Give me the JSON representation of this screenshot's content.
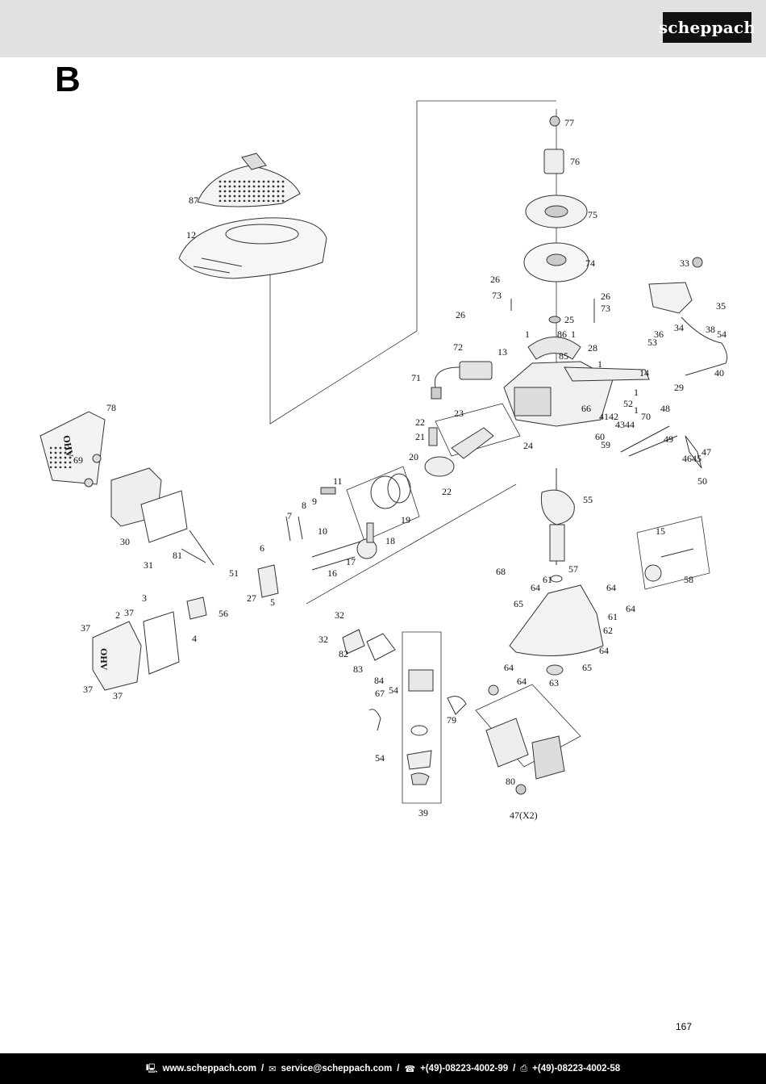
{
  "brand": {
    "logo_text": "scheppach"
  },
  "section": {
    "letter": "B"
  },
  "callouts": {
    "c1": "1",
    "c2": "2",
    "c3": "3",
    "c4": "4",
    "c5": "5",
    "c6": "6",
    "c7": "7",
    "c8": "8",
    "c9": "9",
    "c10": "10",
    "c11": "11",
    "c12": "12",
    "c13": "13",
    "c14": "14",
    "c15": "15",
    "c16": "16",
    "c17": "17",
    "c18": "18",
    "c19": "19",
    "c20": "20",
    "c21": "21",
    "c22": "22",
    "c23": "23",
    "c24": "24",
    "c25": "25",
    "c26": "26",
    "c27": "27",
    "c28": "28",
    "c29": "29",
    "c30": "30",
    "c31": "31",
    "c32": "32",
    "c33": "33",
    "c34": "34",
    "c35": "35",
    "c36": "36",
    "c37": "37",
    "c38": "38",
    "c39": "39",
    "c40": "40",
    "c41": "41",
    "c42": "42",
    "c43": "43",
    "c44": "44",
    "c45": "45",
    "c46": "46",
    "c47": "47",
    "c47x2": "47(X2)",
    "c48": "48",
    "c49": "49",
    "c50": "50",
    "c51": "51",
    "c52": "52",
    "c53": "53",
    "c54": "54",
    "c55": "55",
    "c56": "56",
    "c57": "57",
    "c58": "58",
    "c59": "59",
    "c60": "60",
    "c61": "61",
    "c62": "62",
    "c63": "63",
    "c64": "64",
    "c65": "65",
    "c66": "66",
    "c67": "67",
    "c68": "68",
    "c69": "69",
    "c70": "70",
    "c71": "71",
    "c72": "72",
    "c73": "73",
    "c74": "74",
    "c75": "75",
    "c76": "76",
    "c77": "77",
    "c78": "78",
    "c79": "79",
    "c80": "80",
    "c81": "81",
    "c82": "82",
    "c83": "83",
    "c84": "84",
    "c85": "85",
    "c86": "86",
    "c87": "87"
  },
  "part_marks": {
    "valve_cover_text": "OHV",
    "muffler_cover_text": "OHV"
  },
  "page_number": "167",
  "footer": {
    "website": "www.scheppach.com",
    "email": "service@scheppach.com",
    "phone": "+(49)-08223-4002-99",
    "fax": "+(49)-08223-4002-58",
    "separator": "/"
  },
  "icons": {
    "website": "computer-icon",
    "email": "mail-icon",
    "phone": "phone-icon",
    "fax": "fax-icon"
  },
  "colors": {
    "header_bg": "#e1e1e1",
    "footer_bg": "#000000",
    "logo_bg": "#111111",
    "line": "#333333"
  }
}
